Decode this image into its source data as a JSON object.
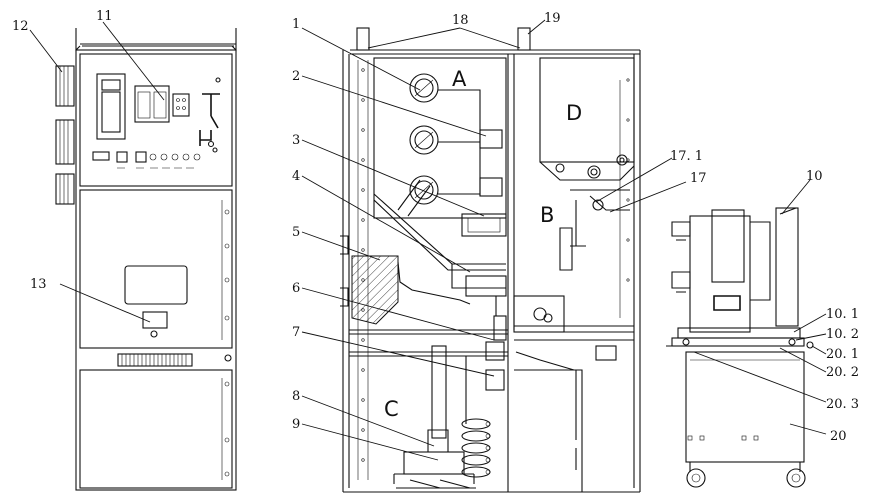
{
  "callouts": [
    {
      "id": "c12",
      "label": "12"
    },
    {
      "id": "c11",
      "label": "11"
    },
    {
      "id": "c13",
      "label": "13"
    },
    {
      "id": "c1",
      "label": "1"
    },
    {
      "id": "c18",
      "label": "18"
    },
    {
      "id": "c19",
      "label": "19"
    },
    {
      "id": "c2",
      "label": "2"
    },
    {
      "id": "c3",
      "label": "3"
    },
    {
      "id": "c4",
      "label": "4"
    },
    {
      "id": "c5",
      "label": "5"
    },
    {
      "id": "c6",
      "label": "6"
    },
    {
      "id": "c7",
      "label": "7"
    },
    {
      "id": "c8",
      "label": "8"
    },
    {
      "id": "c9",
      "label": "9"
    },
    {
      "id": "c17_1",
      "label": "17. 1"
    },
    {
      "id": "c17",
      "label": "17"
    },
    {
      "id": "c10",
      "label": "10"
    },
    {
      "id": "c10_1",
      "label": "10. 1"
    },
    {
      "id": "c10_2",
      "label": "10. 2"
    },
    {
      "id": "c20_1",
      "label": "20. 1"
    },
    {
      "id": "c20_2",
      "label": "20. 2"
    },
    {
      "id": "c20_3",
      "label": "20. 3"
    },
    {
      "id": "c20",
      "label": "20"
    }
  ],
  "zones": [
    {
      "id": "zA",
      "label": "A"
    },
    {
      "id": "zB",
      "label": "B"
    },
    {
      "id": "zC",
      "label": "C"
    },
    {
      "id": "zD",
      "label": "D"
    }
  ]
}
